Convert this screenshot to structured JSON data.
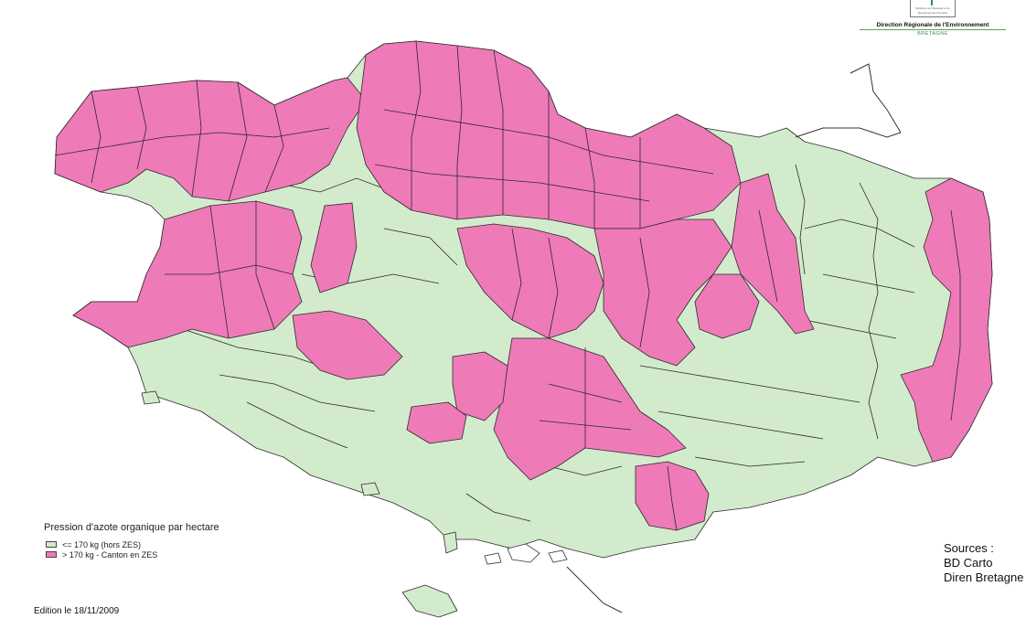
{
  "logo": {
    "subtitle": "Ministère de l'Écologie et du Développement Durable",
    "direction": "Direction Régionale de l'Environnement",
    "region": "BRETAGNE"
  },
  "legend": {
    "title": "Pression d'azote organique par hectare",
    "items": [
      {
        "label": "<= 170 kg (hors ZES)",
        "color": "#d3ebcd"
      },
      {
        "label": "> 170 kg - Canton en ZES",
        "color": "#ef7ab8"
      }
    ]
  },
  "sources": {
    "heading": "Sources :",
    "lines": [
      "BD Carto",
      "Diren Bretagne"
    ]
  },
  "edition": "Edition le 18/11/2009",
  "colors": {
    "low": "#d3ebcd",
    "high": "#ef7ab8",
    "border": "#2a2a2a"
  }
}
